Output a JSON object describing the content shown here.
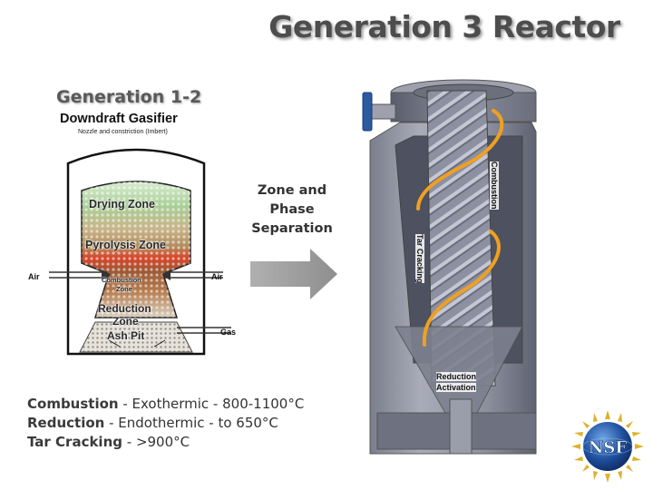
{
  "title": "Generation 3 Reactor",
  "left_panel": {
    "heading": "Generation 1-2",
    "gasifier_title": "Downdraft Gasifier",
    "gasifier_subtitle": "Nozzle and constriction (Imbert)",
    "zones": {
      "drying": "Drying Zone",
      "pyrolysis": "Pyrolysis Zone",
      "combustion_line1": "Combustion",
      "combustion_line2": "Zone",
      "reduction_line1": "Reduction",
      "reduction_line2": "Zone",
      "ash": "Ash Pit"
    },
    "air_left": "Air",
    "air_right": "Air",
    "gas": "Gas"
  },
  "transition": {
    "line1": "Zone and",
    "line2": "Phase",
    "line3": "Separation"
  },
  "legend": [
    {
      "term": "Combustion",
      "detail": " - Exothermic - 800-1100°C"
    },
    {
      "term": "Reduction",
      "detail": " - Endothermic - to 650°C"
    },
    {
      "term": "Tar Cracking",
      "detail": " - >900°C"
    }
  ],
  "reactor_labels": {
    "combustion": "Combustion",
    "tar_cracking": "Tar Cracking",
    "reduction": "Reduction",
    "activation": "Activation"
  },
  "logo": {
    "text": "NSF"
  },
  "colors": {
    "title": "#4d4d4d",
    "arrow": "#9a9a9a",
    "coil": "#f0a020",
    "metal": "#8a8d9a"
  }
}
